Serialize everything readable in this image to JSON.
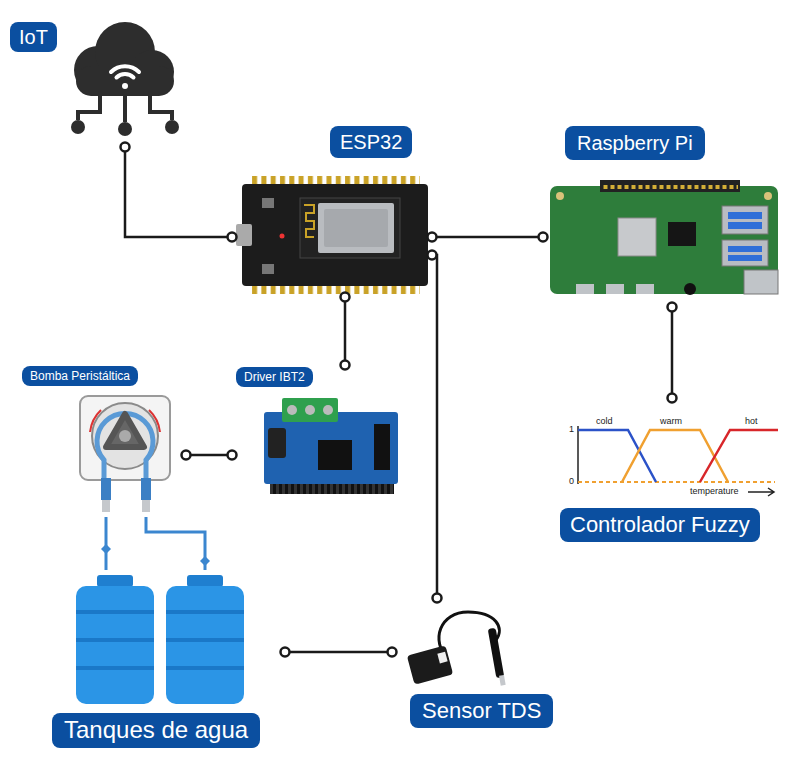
{
  "diagram": {
    "nodes": [
      {
        "text": [
          "IoT"
        ]
      },
      {
        "text": [
          "ESP32"
        ]
      },
      {
        "text": [
          "Raspberry Pi"
        ]
      },
      {
        "text": [
          "Bomba Peristáltica"
        ]
      },
      {
        "text": [
          "Driver IBT2"
        ]
      },
      {
        "text": [
          "Controlador Fuzzy"
        ]
      },
      {
        "text": [
          "Tanques de agua"
        ]
      },
      {
        "text": [
          "Sensor TDS"
        ]
      }
    ],
    "edges": [
      {
        "from": 0,
        "to": 1,
        "arrow": "none"
      },
      {
        "from": 1,
        "to": 2,
        "arrow": "none"
      },
      {
        "from": 2,
        "to": 5,
        "arrow": "none"
      },
      {
        "from": 1,
        "to": 4,
        "arrow": "none"
      },
      {
        "from": 3,
        "to": 4,
        "arrow": "none"
      },
      {
        "from": 3,
        "to": 6,
        "arrow": "none"
      },
      {
        "from": 6,
        "to": 7,
        "arrow": "none"
      },
      {
        "from": 7,
        "to": 1,
        "arrow": "none"
      }
    ],
    "labels": [
      "cold",
      "warm",
      "hot",
      "1",
      "0",
      "temperature"
    ]
  }
}
